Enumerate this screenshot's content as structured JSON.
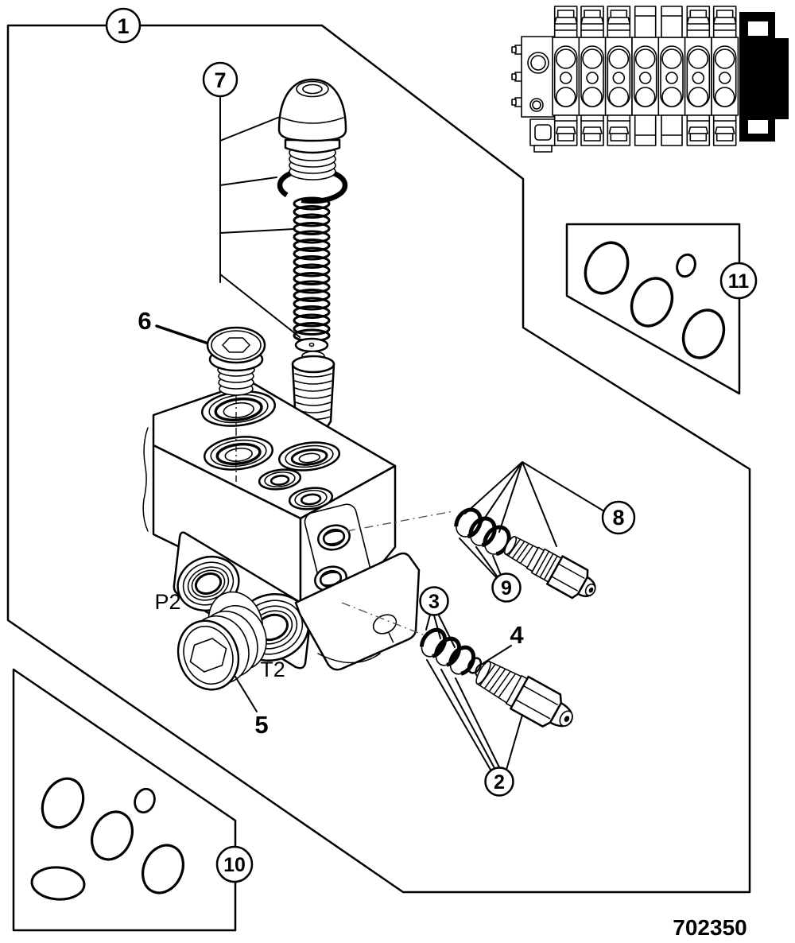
{
  "diagram": {
    "figure_number": "702350",
    "callouts": {
      "c1": "1",
      "c2": "2",
      "c3": "3",
      "c4": "4",
      "c5": "5",
      "c6": "6",
      "c7": "7",
      "c8": "8",
      "c9": "9",
      "c10": "10",
      "c11": "11"
    },
    "port_labels": {
      "p2": "P2",
      "t2": "T2"
    },
    "colors": {
      "line": "#000000",
      "background": "#ffffff"
    }
  }
}
